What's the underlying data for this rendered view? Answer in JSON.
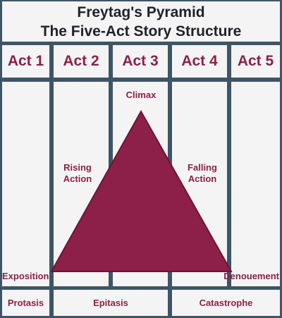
{
  "title": {
    "line1": "Freytag's Pyramid",
    "line2": "The Five-Act Story Structure"
  },
  "acts": [
    "Act 1",
    "Act 2",
    "Act 3",
    "Act 4",
    "Act 5"
  ],
  "labels": {
    "climax": "Climax",
    "rising_line1": "Rising",
    "rising_line2": "Action",
    "falling_line1": "Falling",
    "falling_line2": "Action",
    "exposition": "Exposition",
    "denouement": "Denouement"
  },
  "bottom": {
    "protasis": "Protasis",
    "epitasis": "Epitasis",
    "catastrophe": "Catastrophe"
  },
  "colors": {
    "accent": "#8c2048",
    "border": "#3e5567",
    "cell_bg": "#f4f4f4",
    "title_text": "#1f2229"
  }
}
